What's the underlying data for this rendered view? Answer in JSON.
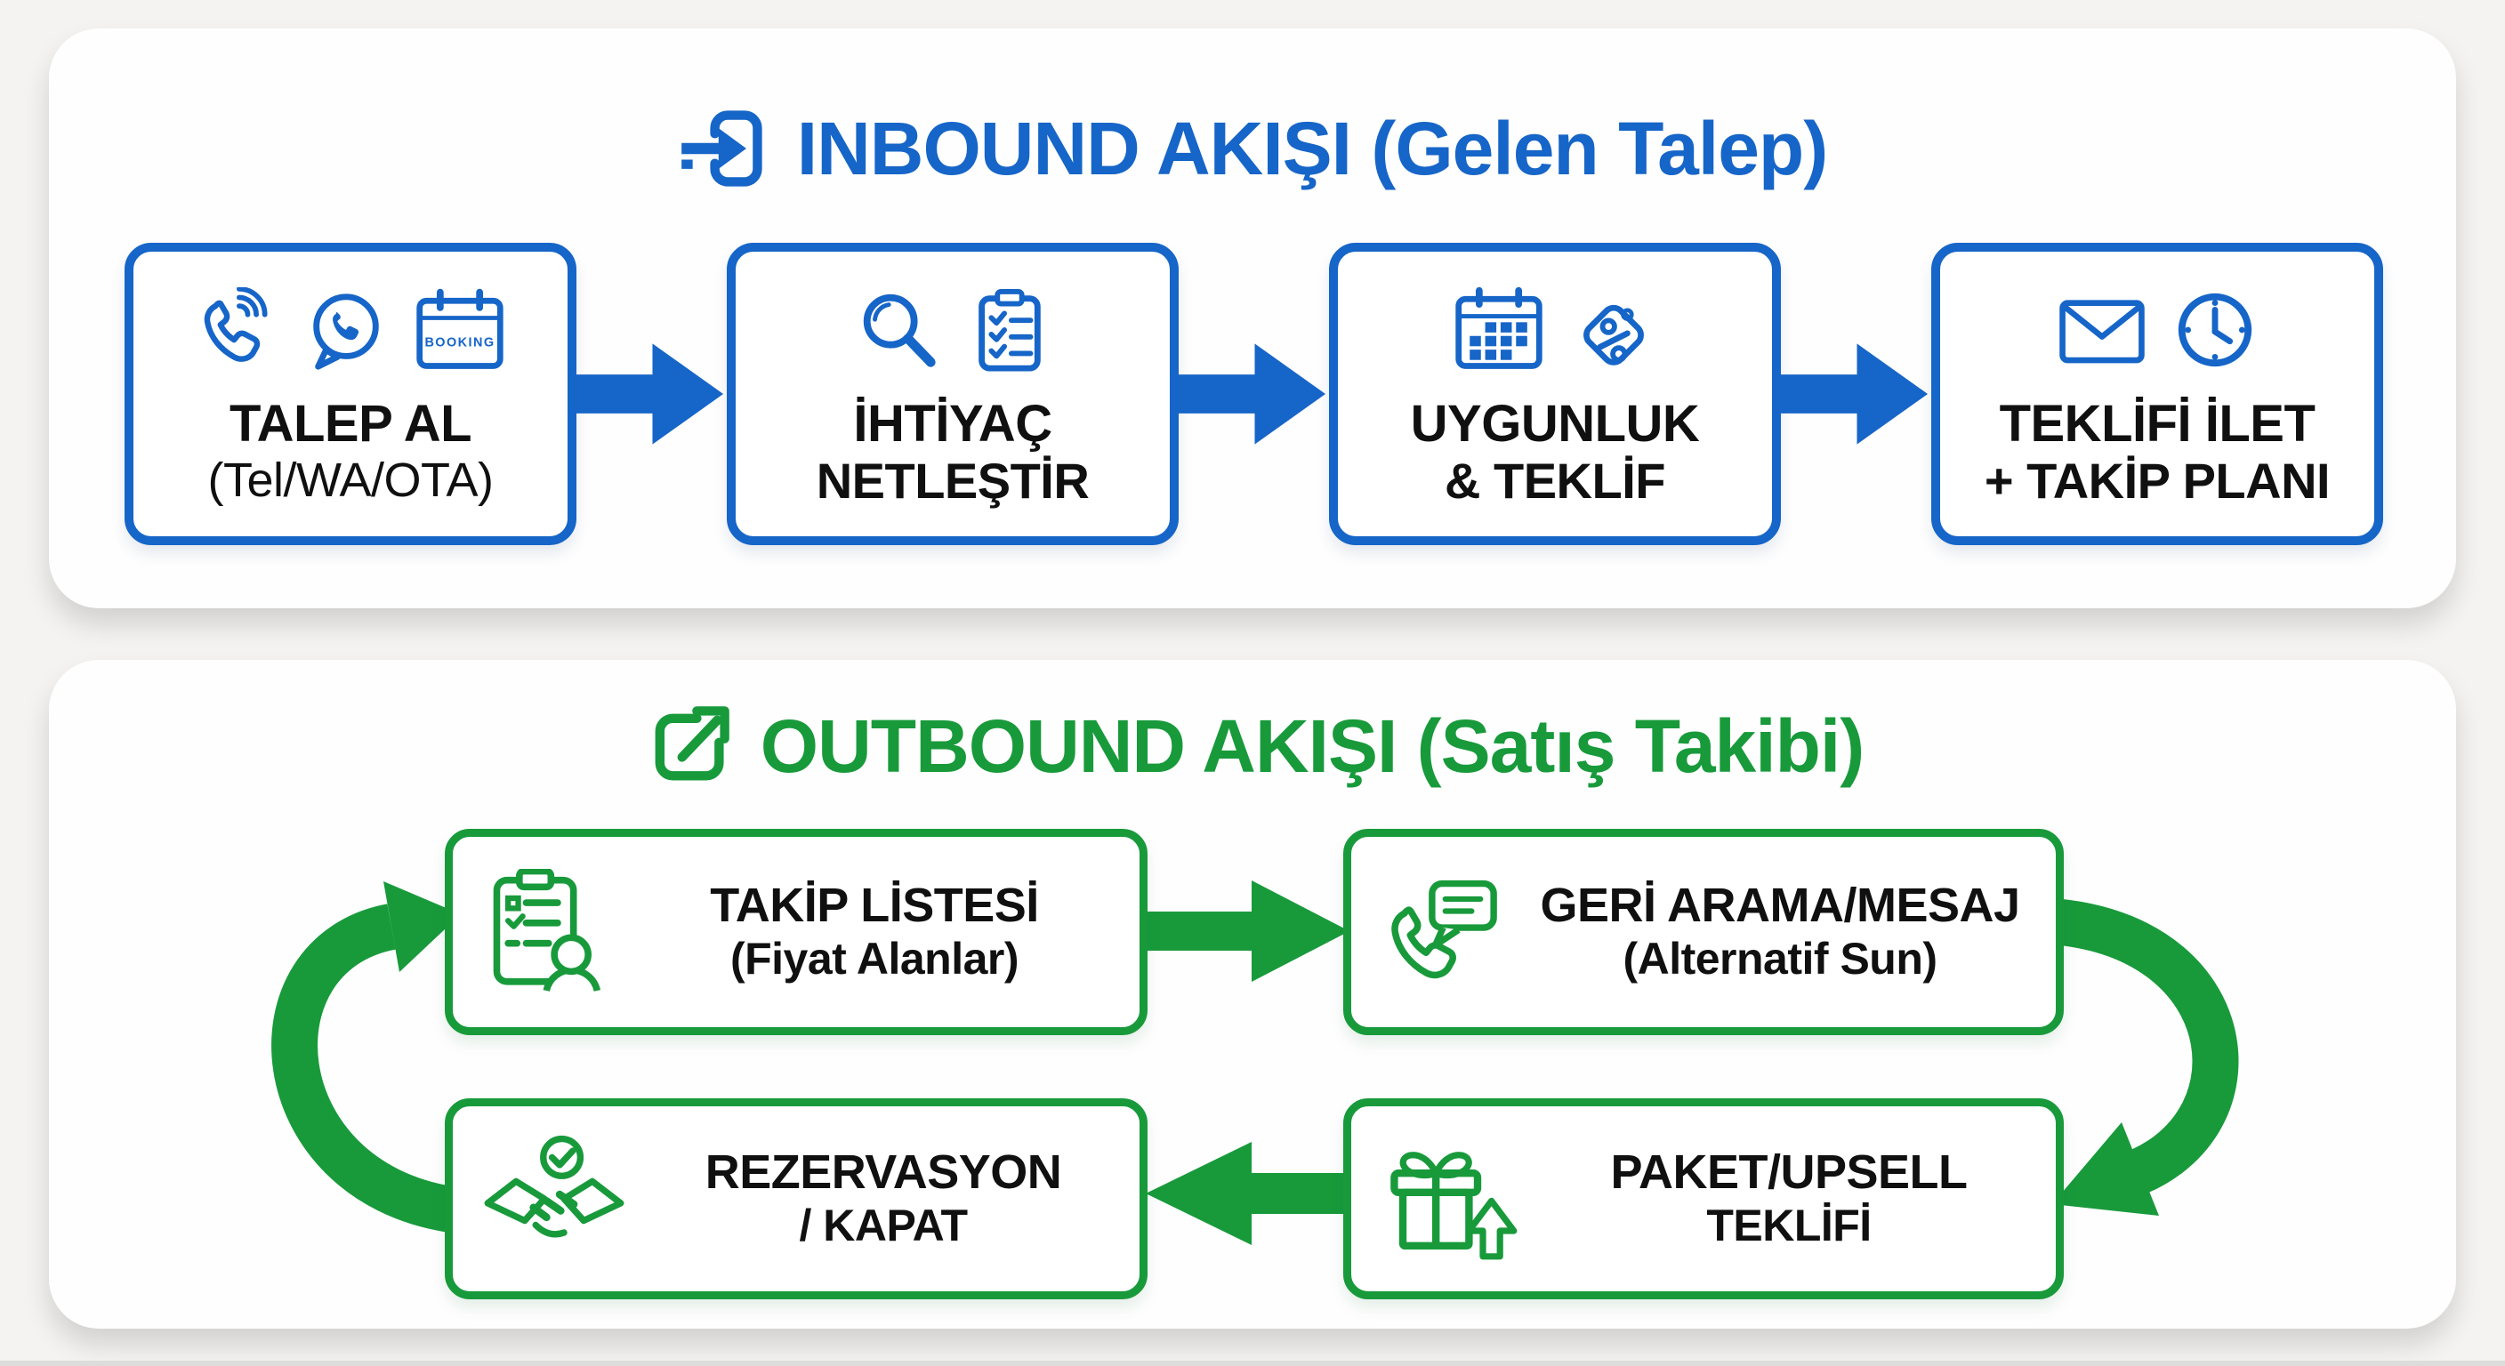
{
  "colors": {
    "inbound_accent": "#1665c8",
    "outbound_accent": "#189a3b",
    "text": "#101010",
    "page_background": "#f4f3f1"
  },
  "inbound": {
    "title": "INBOUND AKIŞI (Gelen Talep)",
    "booking_badge": "BOOKING",
    "steps": [
      {
        "line1": "TALEP AL",
        "line2": "(Tel/WA/OTA)"
      },
      {
        "line1": "İHTİYAÇ",
        "line2": "NETLEŞTİR"
      },
      {
        "line1": "UYGUNLUK",
        "line2": "& TEKLİF"
      },
      {
        "line1": "TEKLİFİ İLET",
        "line2": "+ TAKİP PLANI"
      }
    ]
  },
  "outbound": {
    "title": "OUTBOUND AKIŞI (Satış Takibi)",
    "steps": [
      {
        "line1": "TAKİP LİSTESİ",
        "line2": "(Fiyat Alanlar)"
      },
      {
        "line1": "GERİ ARAMA/MESAJ",
        "line2": "(Alternatif Sun)"
      },
      {
        "line1": "PAKET/UPSELL",
        "line2": "TEKLİFİ"
      },
      {
        "line1": "REZERVASYON",
        "line2": "/ KAPAT"
      }
    ]
  }
}
